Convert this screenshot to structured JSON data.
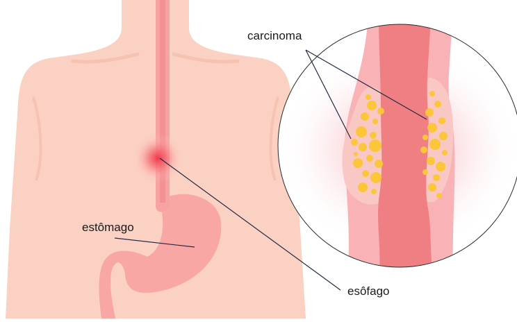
{
  "labels": {
    "carcinoma": "carcinoma",
    "stomach": "estômago",
    "esophagus": "esôfago"
  },
  "colors": {
    "skin": "#fbd1c3",
    "skin_shadow": "#f6c2b1",
    "esophagus": "#f7a3a3",
    "stomach": "#f8a7a5",
    "tube_dark": "#f07f84",
    "tumor": "#f9c7c4",
    "nodule": "#fcc63b",
    "tumor_site": "#f0384a",
    "leader_line": "#1f2a44",
    "label_text": "#1a1a1a"
  }
}
